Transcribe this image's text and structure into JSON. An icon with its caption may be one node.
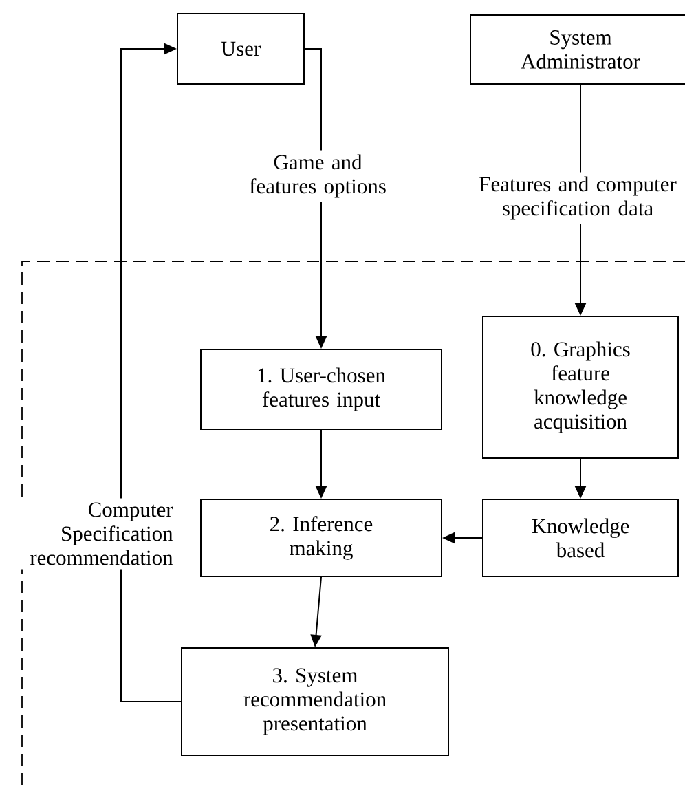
{
  "diagram": {
    "nodes": [
      {
        "text": [
          "User"
        ]
      },
      {
        "text": [
          "System Administrator"
        ]
      },
      {
        "text": [
          "1. User-chosen features input"
        ]
      },
      {
        "text": [
          "0. Graphics feature knowledge acquisition"
        ]
      },
      {
        "text": [
          "2. Inference making"
        ]
      },
      {
        "text": [
          "Knowledge based"
        ]
      },
      {
        "text": [
          "3. System recommendation presentation"
        ]
      }
    ],
    "edges": [
      {
        "from": 0,
        "to": 2,
        "arrow": "to",
        "label": "Game and features options"
      },
      {
        "from": 1,
        "to": 3,
        "arrow": "to",
        "label": "Features and computer specification data"
      },
      {
        "from": 2,
        "to": 4,
        "arrow": "to"
      },
      {
        "from": 3,
        "to": 5,
        "arrow": "to"
      },
      {
        "from": 5,
        "to": 4,
        "arrow": "to"
      },
      {
        "from": 4,
        "to": 6,
        "arrow": "to"
      },
      {
        "from": 6,
        "to": 0,
        "arrow": "to",
        "label": "Computer Specification recommendation"
      }
    ]
  }
}
